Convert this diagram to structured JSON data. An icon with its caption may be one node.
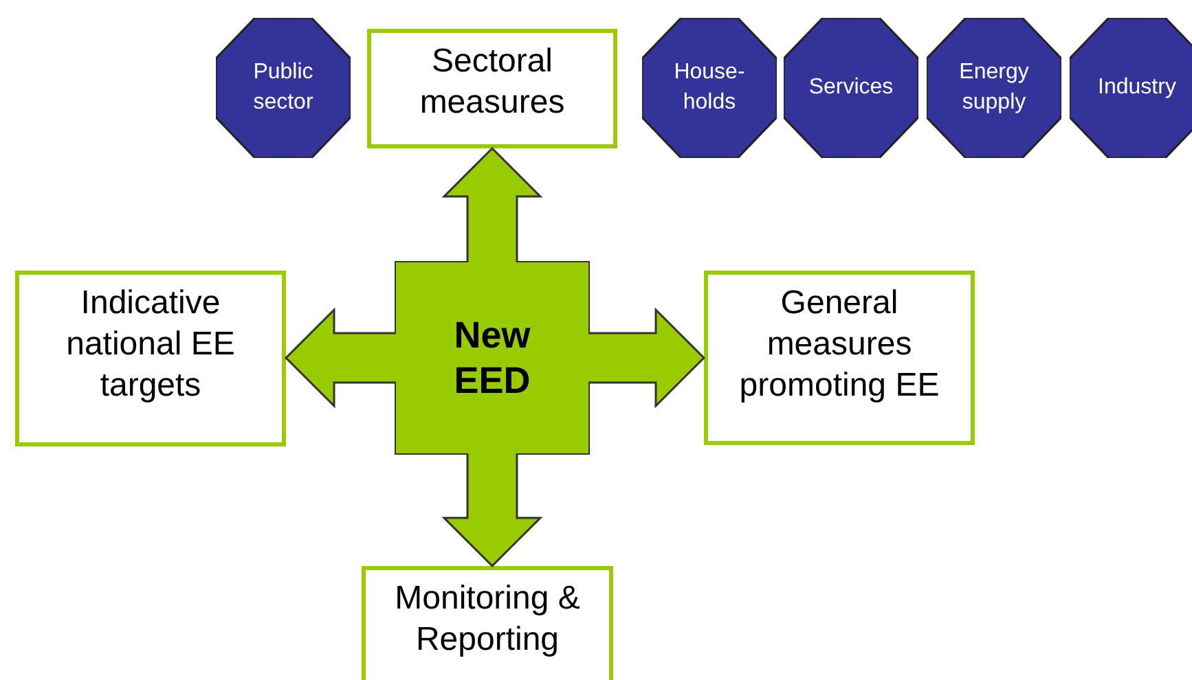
{
  "diagram": {
    "nodes": [
      {
        "text": [
          "Public sector"
        ]
      },
      {
        "text": [
          "Sectoral measures"
        ]
      },
      {
        "text": [
          "House-holds"
        ]
      },
      {
        "text": [
          "Services"
        ]
      },
      {
        "text": [
          "Energy supply"
        ]
      },
      {
        "text": [
          "Industry"
        ]
      },
      {
        "text": [
          "Indicative national EE targets"
        ]
      },
      {
        "text": [
          "New EED"
        ]
      },
      {
        "text": [
          "General measures promoting EE"
        ]
      },
      {
        "text": [
          "Monitoring & Reporting"
        ]
      }
    ],
    "edges": [
      {
        "from": 7,
        "to": 1,
        "arrow": "to"
      },
      {
        "from": 7,
        "to": 6,
        "arrow": "to"
      },
      {
        "from": 7,
        "to": 8,
        "arrow": "to"
      },
      {
        "from": 7,
        "to": 9,
        "arrow": "to"
      }
    ]
  }
}
